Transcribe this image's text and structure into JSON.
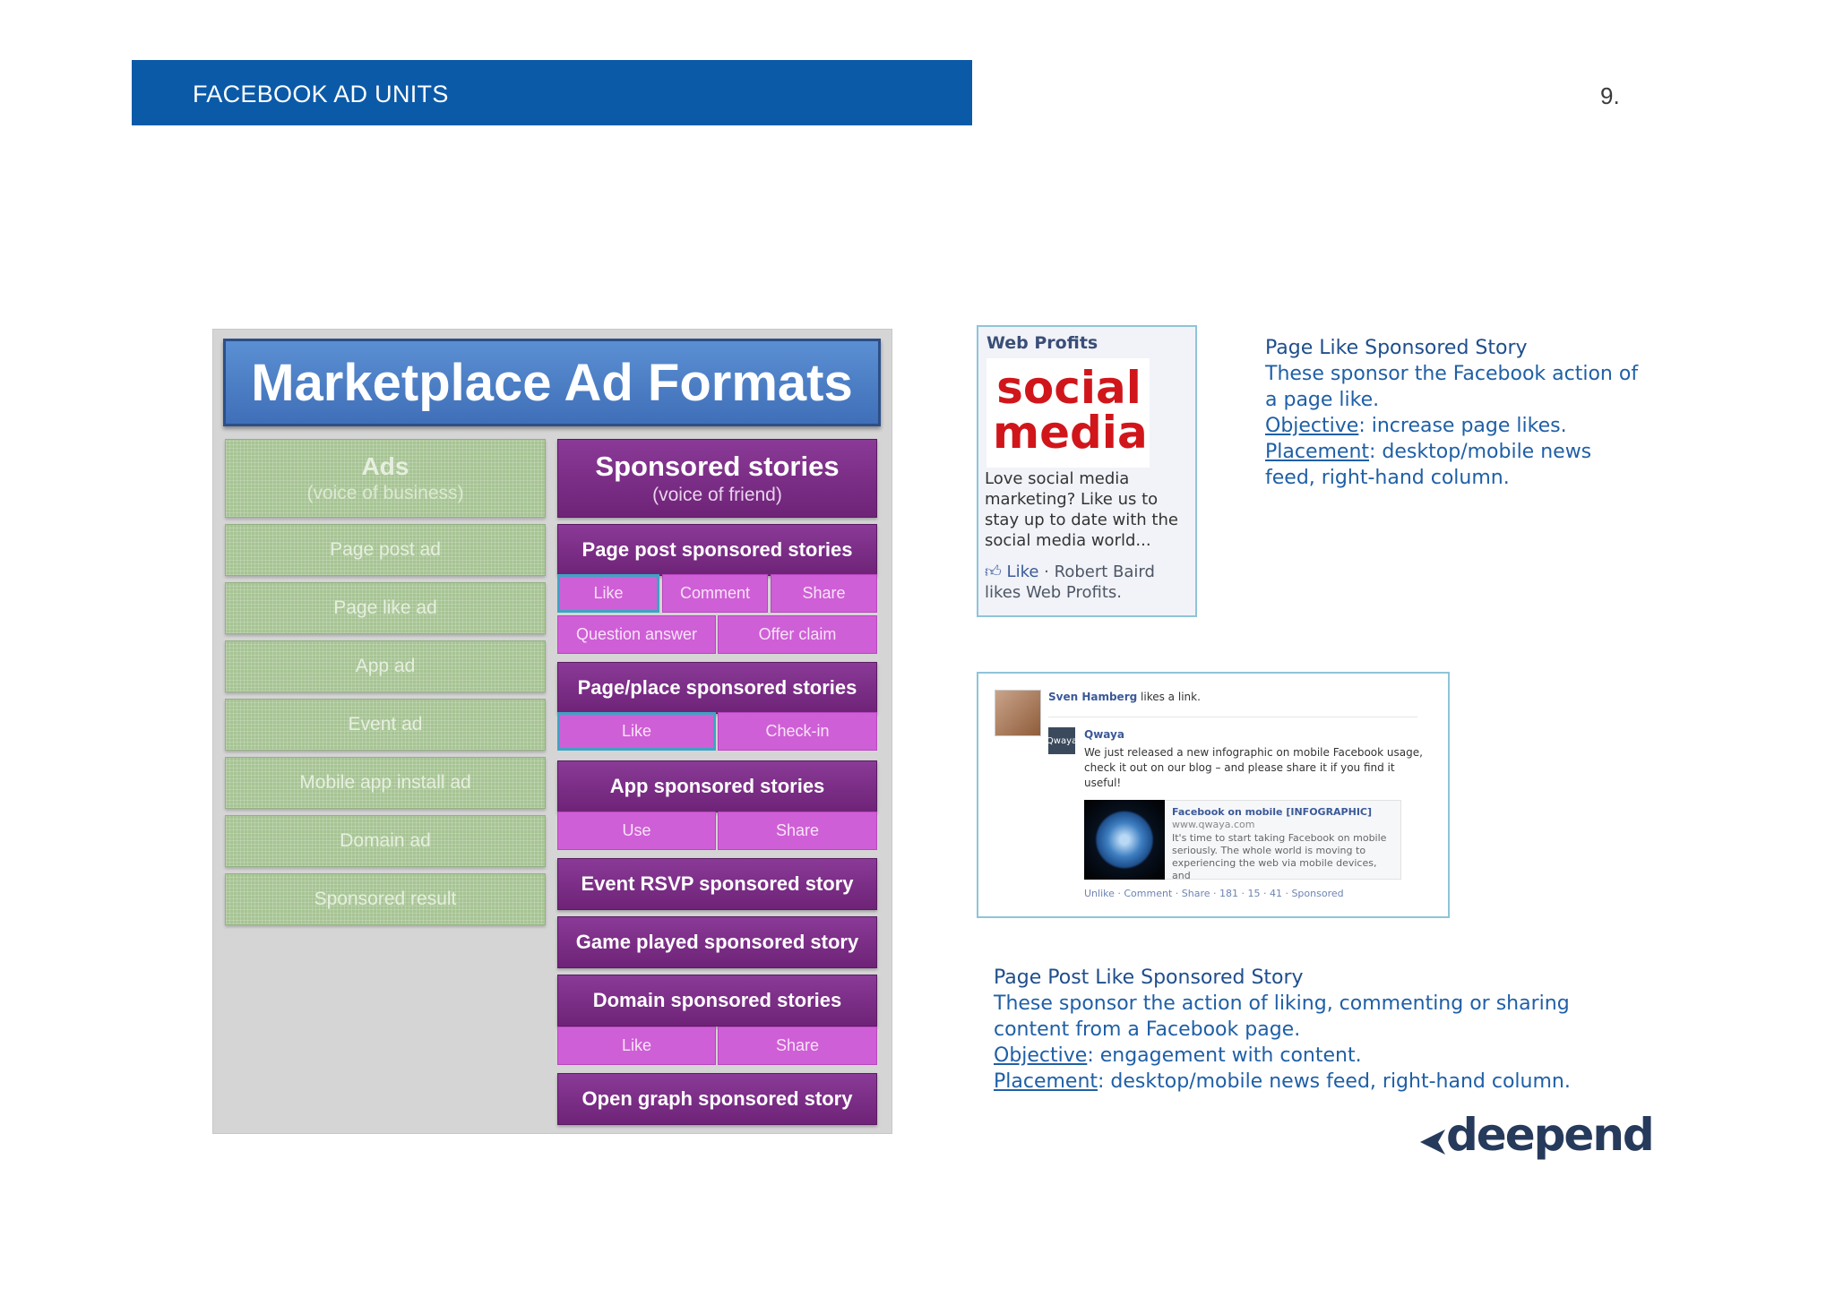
{
  "header": {
    "title": "FACEBOOK AD UNITS",
    "page_number": "9."
  },
  "marketplace": {
    "title": "Marketplace Ad Formats",
    "ads_heading": "Ads",
    "ads_subheading": "(voice of business)",
    "ads": [
      "Page post ad",
      "Page like ad",
      "App ad",
      "Event ad",
      "Mobile app install ad",
      "Domain ad",
      "Sponsored result"
    ],
    "stories_heading": "Sponsored stories",
    "stories_subheading": "(voice of friend)",
    "page_post": {
      "label": "Page post sponsored stories",
      "actions": [
        "Like",
        "Comment",
        "Share"
      ],
      "extra": [
        "Question answer",
        "Offer claim"
      ]
    },
    "page_place": {
      "label": "Page/place sponsored stories",
      "actions": [
        "Like",
        "Check-in"
      ]
    },
    "app": {
      "label": "App sponsored stories",
      "actions": [
        "Use",
        "Share"
      ]
    },
    "event_rsvp": "Event RSVP sponsored story",
    "game_played": "Game played sponsored story",
    "domain": {
      "label": "Domain sponsored stories",
      "actions": [
        "Like",
        "Share"
      ]
    },
    "open_graph": "Open graph sponsored story"
  },
  "web_profits_card": {
    "title": "Web Profits",
    "logo_line1": "social",
    "logo_line2": "media",
    "description": "Love social media marketing? Like us to stay up to date with the social media world...",
    "like_label": "Like",
    "like_text": "· Robert Baird likes Web Profits."
  },
  "page_like_story": {
    "heading": "Page Like Sponsored Story",
    "body": "These sponsor the Facebook action of a page like.",
    "objective_label": "Objective",
    "objective_text": ": increase page likes.",
    "placement_label": "Placement",
    "placement_text": ": desktop/mobile news feed, right-hand column."
  },
  "sponsored_post_card": {
    "user": "Sven Hamberg",
    "user_action": "likes a link.",
    "page_name": "Qwaya",
    "page_logo": "Qwaya",
    "post_text": "We just released a new infographic on mobile Facebook usage, check it out on our blog – and please share it if you find it useful!",
    "link_title": "Facebook on mobile [INFOGRAPHIC]",
    "link_url": "www.qwaya.com",
    "link_desc": "It's time to start taking Facebook on mobile seriously. The whole world is moving to experiencing the web via mobile devices, and",
    "actions": "Unlike · Comment · Share · 181 · 15 · 41 · Sponsored"
  },
  "page_post_like_story": {
    "heading": "Page Post Like Sponsored Story",
    "body": "These sponsor the action of liking, commenting or sharing content from a Facebook page.",
    "objective_label": "Objective",
    "objective_text": ": engagement with content.",
    "placement_label": "Placement",
    "placement_text": ": desktop/mobile news feed, right-hand column."
  },
  "brand": {
    "logo_text": "deepend"
  },
  "colors": {
    "header_blue": "#0b5aa8",
    "ads_green": "#a7c494",
    "stories_purple": "#7a2a85",
    "story_pink": "#cf5fd6",
    "text_blue": "#1f5fa6"
  }
}
